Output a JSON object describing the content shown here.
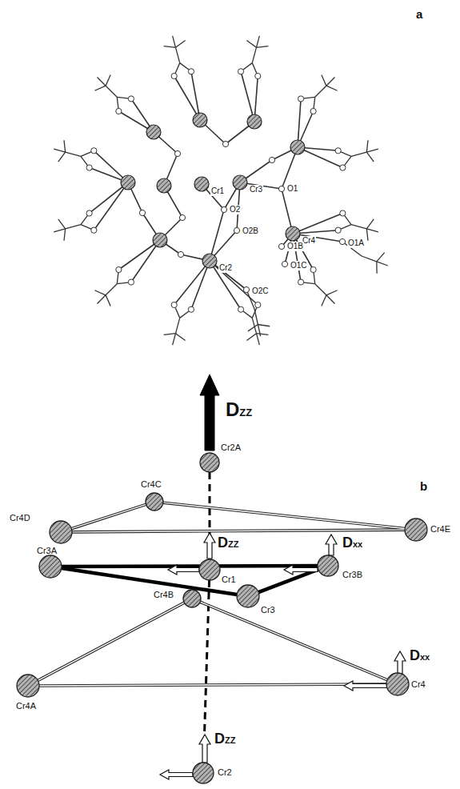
{
  "diagram": {
    "nodes": [
      {
        "text": [
          "Cr2A"
        ]
      },
      {
        "text": [
          "Cr4C"
        ]
      },
      {
        "text": [
          "Cr4D"
        ]
      },
      {
        "text": [
          "Cr4E"
        ]
      },
      {
        "text": [
          "Cr3A"
        ]
      },
      {
        "text": [
          "Cr1"
        ]
      },
      {
        "text": [
          "Cr3B"
        ]
      },
      {
        "text": [
          "Cr3"
        ]
      },
      {
        "text": [
          "Cr4B"
        ]
      },
      {
        "text": [
          "Cr4A"
        ]
      },
      {
        "text": [
          "Cr4"
        ]
      },
      {
        "text": [
          "Cr2"
        ]
      }
    ],
    "edges": [
      {
        "from": 1,
        "to": 2,
        "arrow": "none"
      },
      {
        "from": 2,
        "to": 3,
        "arrow": "none"
      },
      {
        "from": 1,
        "to": 3,
        "arrow": "none"
      },
      {
        "from": 4,
        "to": 6,
        "arrow": "none"
      },
      {
        "from": 6,
        "to": 7,
        "arrow": "none"
      },
      {
        "from": 4,
        "to": 7,
        "arrow": "none"
      },
      {
        "from": 8,
        "to": 9,
        "arrow": "none"
      },
      {
        "from": 9,
        "to": 10,
        "arrow": "none"
      },
      {
        "from": 8,
        "to": 10,
        "arrow": "none"
      },
      {
        "from": 0,
        "to": 5,
        "arrow": "none"
      },
      {
        "from": 5,
        "to": 11,
        "arrow": "none"
      }
    ],
    "labels": [
      "a",
      "Cr1",
      "Cr3",
      "O1",
      "O2",
      "O2B",
      "Cr4",
      "O1A",
      "O1B",
      "O1C",
      "Cr2",
      "O2C",
      "DZZ",
      "b",
      "DZZ",
      "Dxx",
      "Dxx",
      "DZZ"
    ]
  }
}
